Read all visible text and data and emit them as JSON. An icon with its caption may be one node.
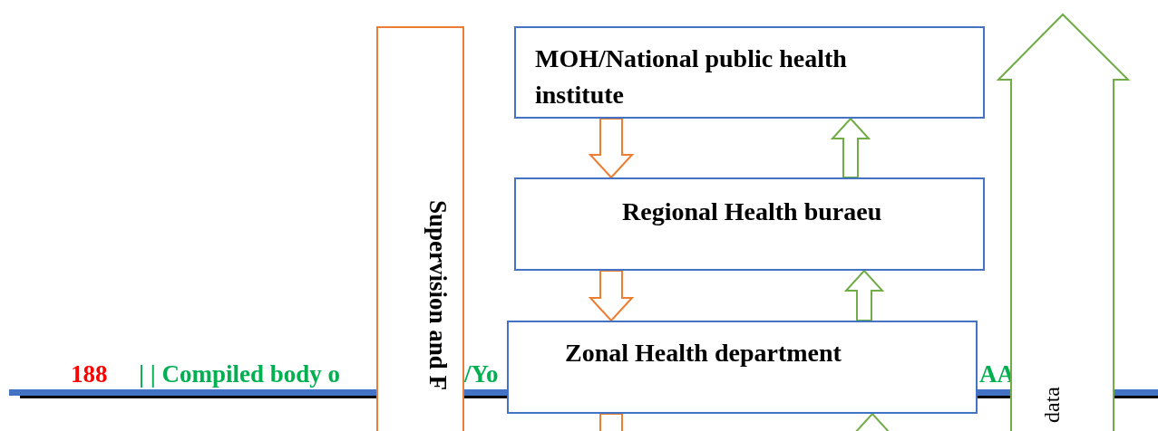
{
  "diagram": {
    "nodes": [
      {
        "text": [
          "MOH/National public health institute"
        ]
      },
      {
        "text": [
          "Regional Health buraeu"
        ]
      },
      {
        "text": [
          "Zonal Health department"
        ]
      },
      {
        "text": [
          "Supervision and F"
        ]
      },
      {
        "text": [
          "data"
        ]
      }
    ],
    "edges": [
      {
        "from": 0,
        "to": 1,
        "arrow": "to",
        "color": "#ed7d31"
      },
      {
        "from": 1,
        "to": 2,
        "arrow": "to",
        "color": "#ed7d31"
      },
      {
        "from": 2,
        "to": null,
        "arrow": "to",
        "color": "#ed7d31"
      },
      {
        "from": 1,
        "to": 0,
        "arrow": "to",
        "color": "#70ad47"
      },
      {
        "from": 2,
        "to": 1,
        "arrow": "to",
        "color": "#70ad47"
      },
      {
        "from": null,
        "to": 2,
        "arrow": "to",
        "color": "#70ad47"
      }
    ],
    "labels": [
      "188",
      "| | Compiled body o",
      "/Yo",
      "AA"
    ]
  }
}
